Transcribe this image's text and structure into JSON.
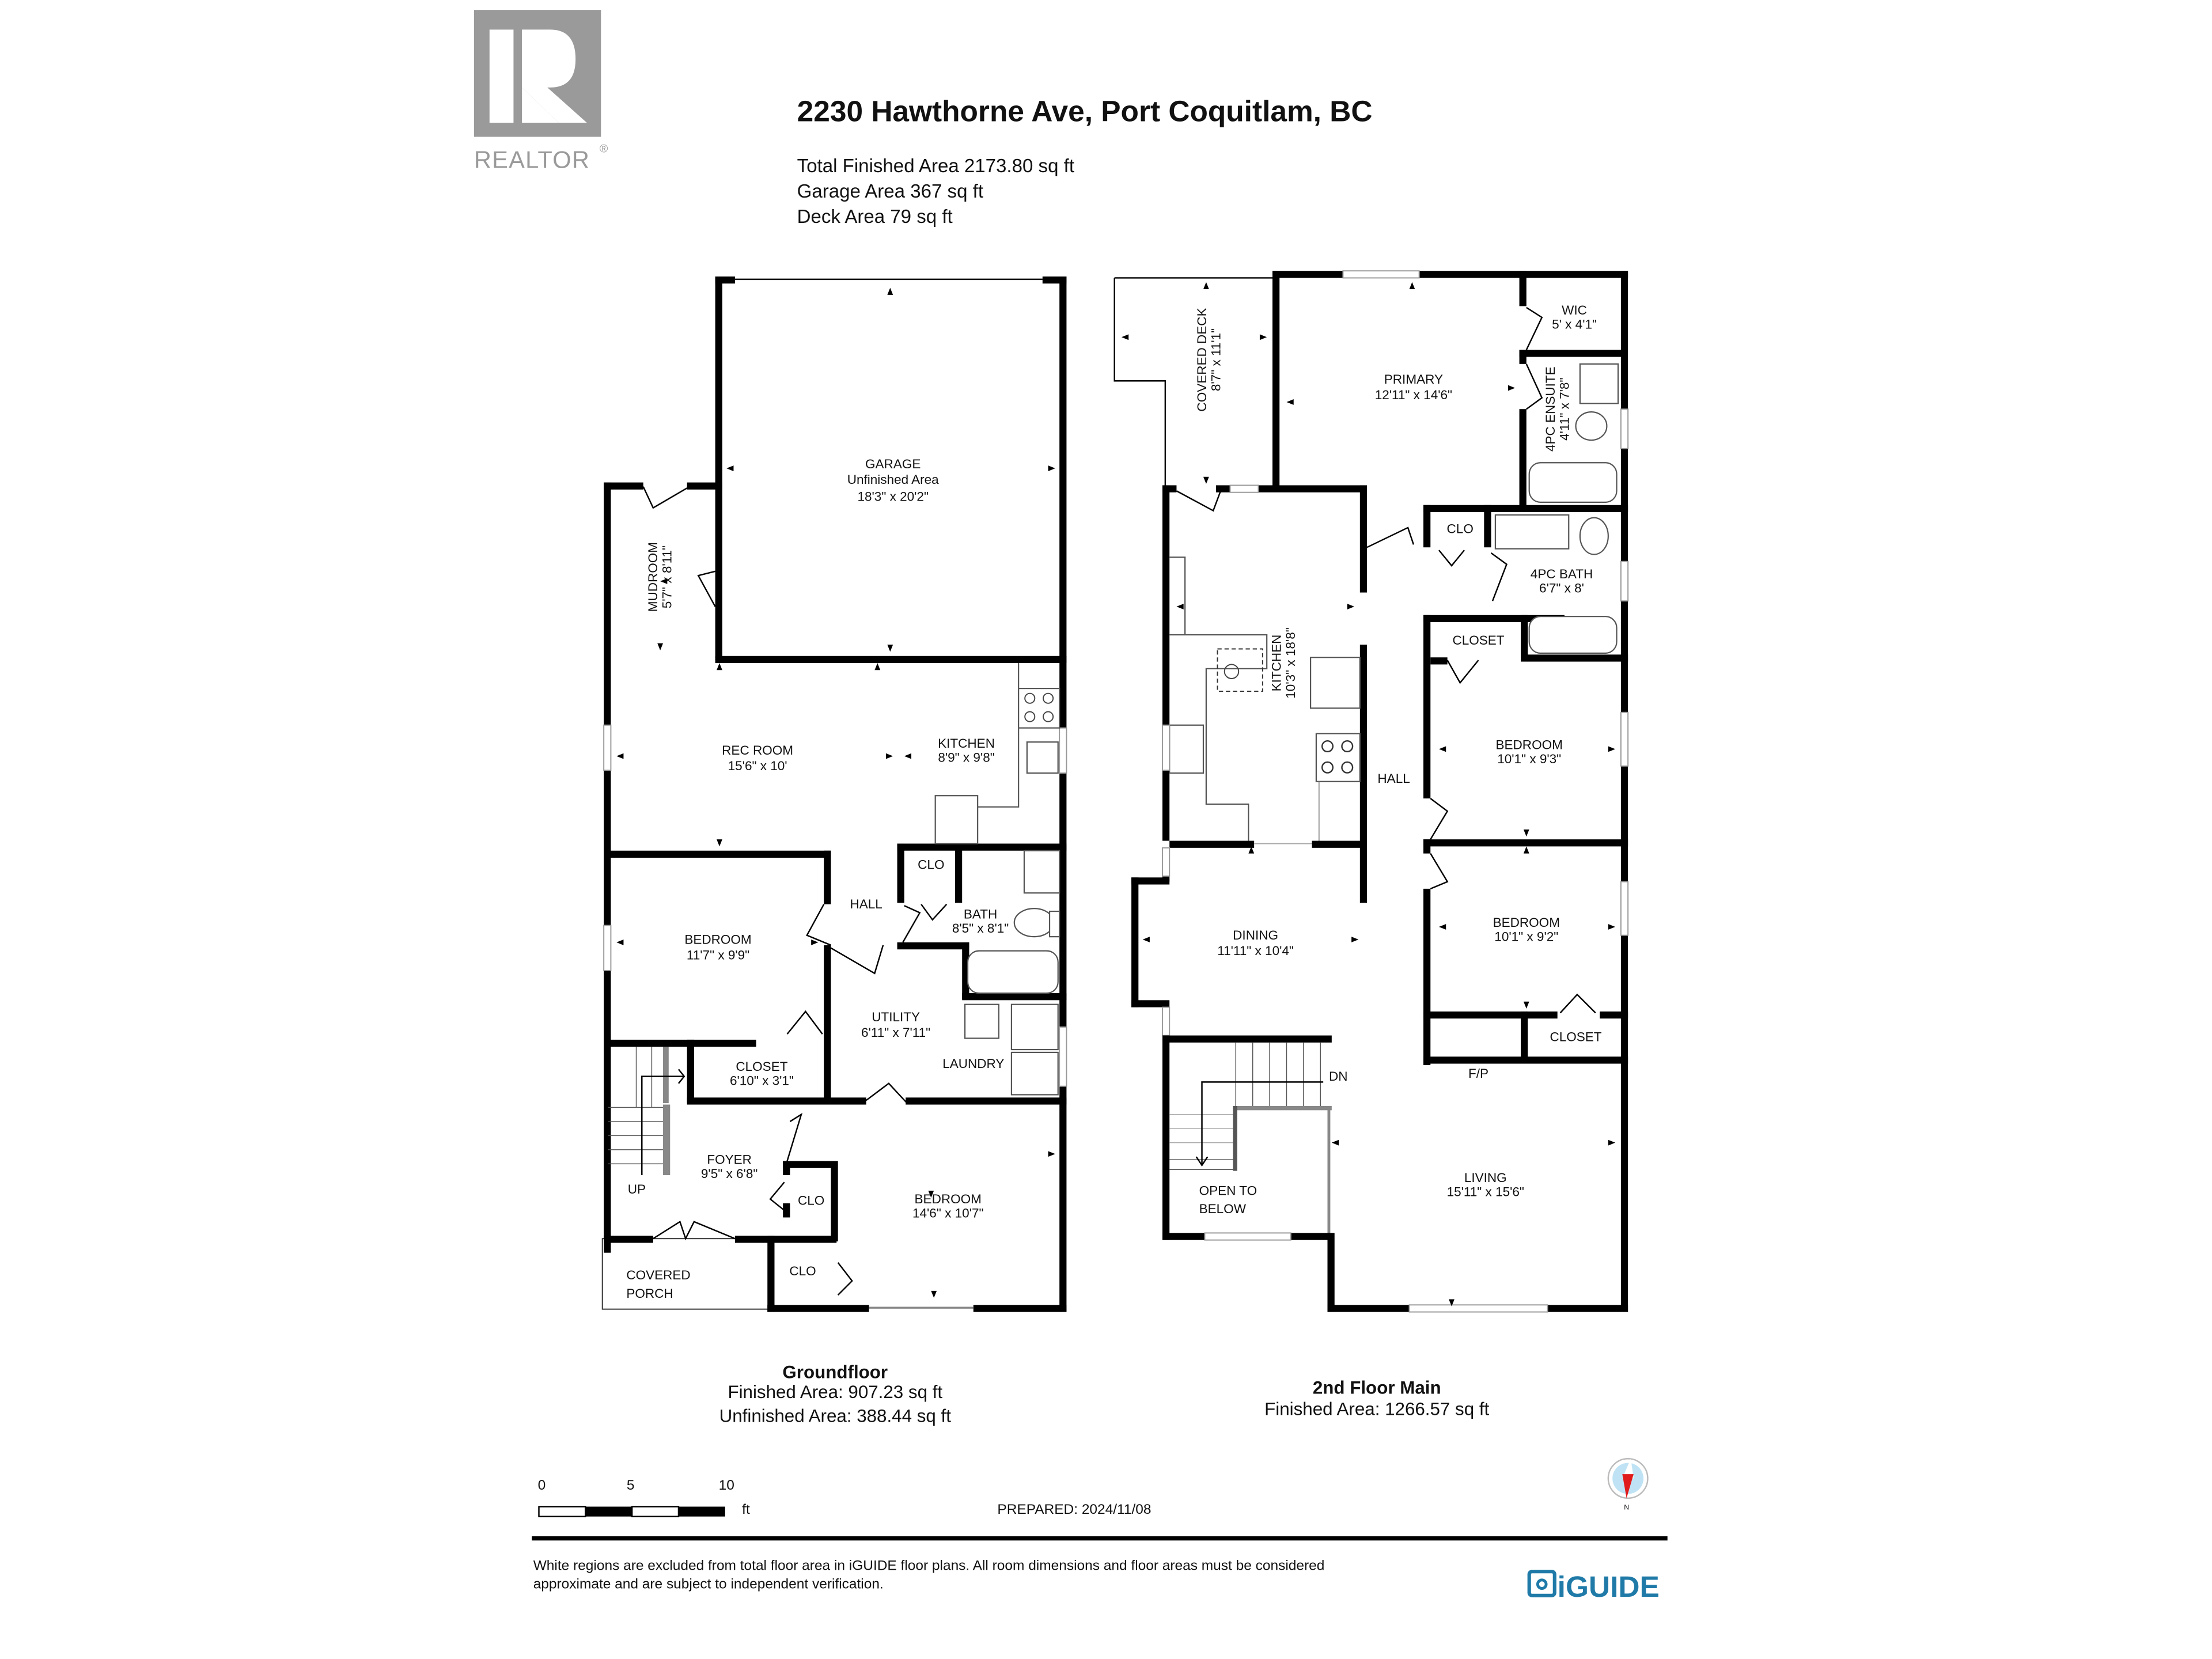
{
  "header": {
    "logo": {
      "icon": "realtor-r-logo",
      "wordmark": "REALTOR",
      "registered": "®",
      "color": "#9a9a9a"
    },
    "address": "2230 Hawthorne Ave, Port Coquitlam, BC",
    "areas": [
      "Total Finished Area 2173.80 sq ft",
      "Garage Area 367 sq ft",
      "Deck Area 79 sq ft"
    ]
  },
  "floors": [
    {
      "name": "Groundfloor",
      "stats": [
        "Finished Area: 907.23 sq ft",
        "Unfinished Area: 388.44 sq ft"
      ],
      "rooms": [
        {
          "name": "GARAGE",
          "sub": "Unfinished Area",
          "dims": "18'3\" x 20'2\""
        },
        {
          "name": "MUDROOM",
          "dims": "5'7\" x 8'11\""
        },
        {
          "name": "REC ROOM",
          "dims": "15'6\" x 10'"
        },
        {
          "name": "KITCHEN",
          "dims": "8'9\" x 9'8\""
        },
        {
          "name": "BEDROOM",
          "dims": "11'7\" x 9'9\""
        },
        {
          "name": "HALL"
        },
        {
          "name": "CLO"
        },
        {
          "name": "BATH",
          "dims": "8'5\" x 8'1\""
        },
        {
          "name": "UTILITY",
          "dims": "6'11\" x 7'11\""
        },
        {
          "name": "LAUNDRY"
        },
        {
          "name": "CLOSET",
          "dims": "6'10\" x 3'1\""
        },
        {
          "name": "FOYER",
          "dims": "9'5\" x 6'8\""
        },
        {
          "name": "UP"
        },
        {
          "name": "CLO"
        },
        {
          "name": "BEDROOM",
          "dims": "14'6\" x 10'7\""
        },
        {
          "name": "CLO"
        },
        {
          "name": "COVERED",
          "name2": "PORCH"
        }
      ]
    },
    {
      "name": "2nd Floor Main",
      "stats": [
        "Finished Area: 1266.57 sq ft"
      ],
      "rooms": [
        {
          "name": "COVERED DECK",
          "dims": "8'7\" x 11'1\""
        },
        {
          "name": "PRIMARY",
          "dims": "12'11\" x 14'6\""
        },
        {
          "name": "WIC",
          "dims": "5' x 4'1\""
        },
        {
          "name": "4PC ENSUITE",
          "dims": "4'11\" x 7'8\""
        },
        {
          "name": "CLO"
        },
        {
          "name": "4PC BATH",
          "dims": "6'7\" x 8'"
        },
        {
          "name": "KITCHEN",
          "dims": "10'3\" x 18'8\""
        },
        {
          "name": "CLOSET"
        },
        {
          "name": "HALL"
        },
        {
          "name": "BEDROOM",
          "dims": "10'1\" x 9'3\""
        },
        {
          "name": "BEDROOM",
          "dims": "10'1\" x 9'2\""
        },
        {
          "name": "DINING",
          "dims": "11'11\" x 10'4\""
        },
        {
          "name": "CLOSET"
        },
        {
          "name": "F/P"
        },
        {
          "name": "DN"
        },
        {
          "name": "OPEN TO",
          "name2": "BELOW"
        },
        {
          "name": "LIVING",
          "dims": "15'11\" x 15'6\""
        }
      ]
    }
  ],
  "scale_bar": {
    "ticks": [
      "0",
      "5",
      "10"
    ],
    "unit": "ft"
  },
  "prepared": "PREPARED: 2024/11/08",
  "compass": {
    "icon": "north-compass-icon",
    "label": "N",
    "needle_color": "#e01b1b",
    "dial_color": "#bfe3f5"
  },
  "footer": {
    "disclaimer_lines": [
      "White regions are excluded from total floor area in iGUIDE floor plans. All room dimensions and floor areas must be considered",
      "approximate and are subject to independent verification."
    ],
    "brand": {
      "icon": "iguide-camera-icon",
      "text": "iGUIDE",
      "color": "#1f7aa8"
    }
  }
}
